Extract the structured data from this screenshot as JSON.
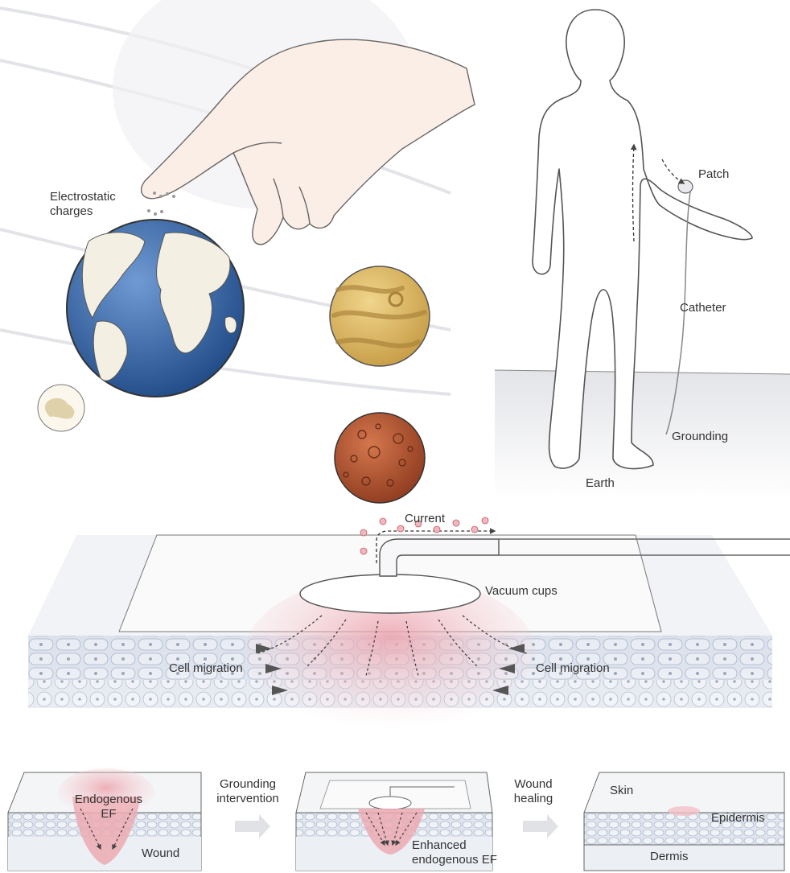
{
  "labels": {
    "electrostatic_charges": "Electrostatic\ncharges",
    "patch": "Patch",
    "catheter": "Catheter",
    "grounding": "Grounding",
    "earth": "Earth",
    "current": "Current",
    "vacuum_cups": "Vacuum cups",
    "cell_migration_left": "Cell migration",
    "cell_migration_right": "Cell migration",
    "endogenous_ef": "Endogenous\nEF",
    "wound": "Wound",
    "grounding_intervention": "Grounding\nintervention",
    "enhanced_endogenous_ef": "Enhanced\nendogenous EF",
    "wound_healing": "Wound\nhealing",
    "skin": "Skin",
    "epidermis": "Epidermis",
    "dermis": "Dermis"
  },
  "colors": {
    "ocean": "#2f5f9e",
    "land": "#f3efe2",
    "jupiter": "#d9b35c",
    "mars": "#b5532f",
    "wound_pink": "#e9a6ad",
    "outline": "#555555"
  }
}
